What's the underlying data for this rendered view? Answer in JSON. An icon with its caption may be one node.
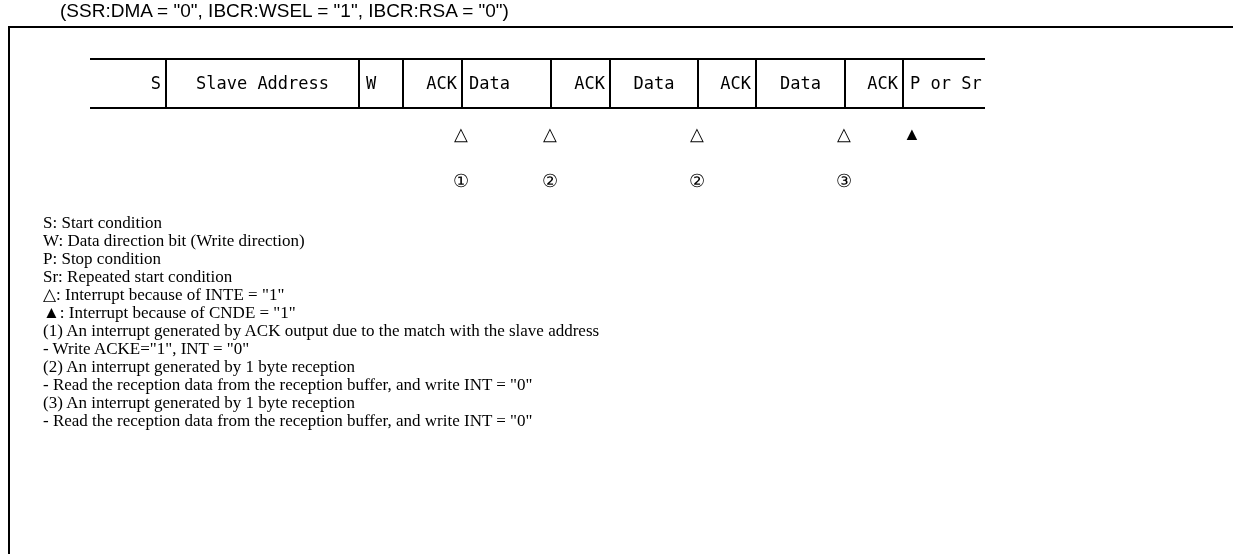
{
  "diagram": {
    "title": "(SSR:DMA = \"0\", IBCR:WSEL = \"1\", IBCR:RSA = \"0\")",
    "nodes": [
      {
        "text": [
          "S"
        ]
      },
      {
        "text": [
          "Slave Address"
        ]
      },
      {
        "text": [
          "W"
        ]
      },
      {
        "text": [
          "ACK"
        ]
      },
      {
        "text": [
          "Data"
        ]
      },
      {
        "text": [
          "ACK"
        ]
      },
      {
        "text": [
          "Data"
        ]
      },
      {
        "text": [
          "ACK"
        ]
      },
      {
        "text": [
          "Data"
        ]
      },
      {
        "text": [
          "ACK"
        ]
      },
      {
        "text": [
          "P or Sr"
        ]
      }
    ],
    "labels": [
      "△",
      "△",
      "△",
      "△",
      "▲",
      "①",
      "②",
      "②",
      "③",
      "S: Start condition",
      "W: Data direction bit (Write direction)",
      "P: Stop condition",
      "Sr: Repeated start condition",
      "△: Interrupt because of INTE = \"1\"",
      "▲: Interrupt because of CNDE = \"1\"",
      "(1) An interrupt generated by ACK output due to the match with the slave address",
      "- Write ACKE=\"1\", INT = \"0\"",
      "(2) An interrupt generated by 1 byte reception",
      "- Read the reception data from the reception buffer, and write INT = \"0\"",
      "(3) An interrupt generated by 1 byte reception",
      "- Read the reception data from the reception buffer, and write INT = \"0\""
    ]
  }
}
